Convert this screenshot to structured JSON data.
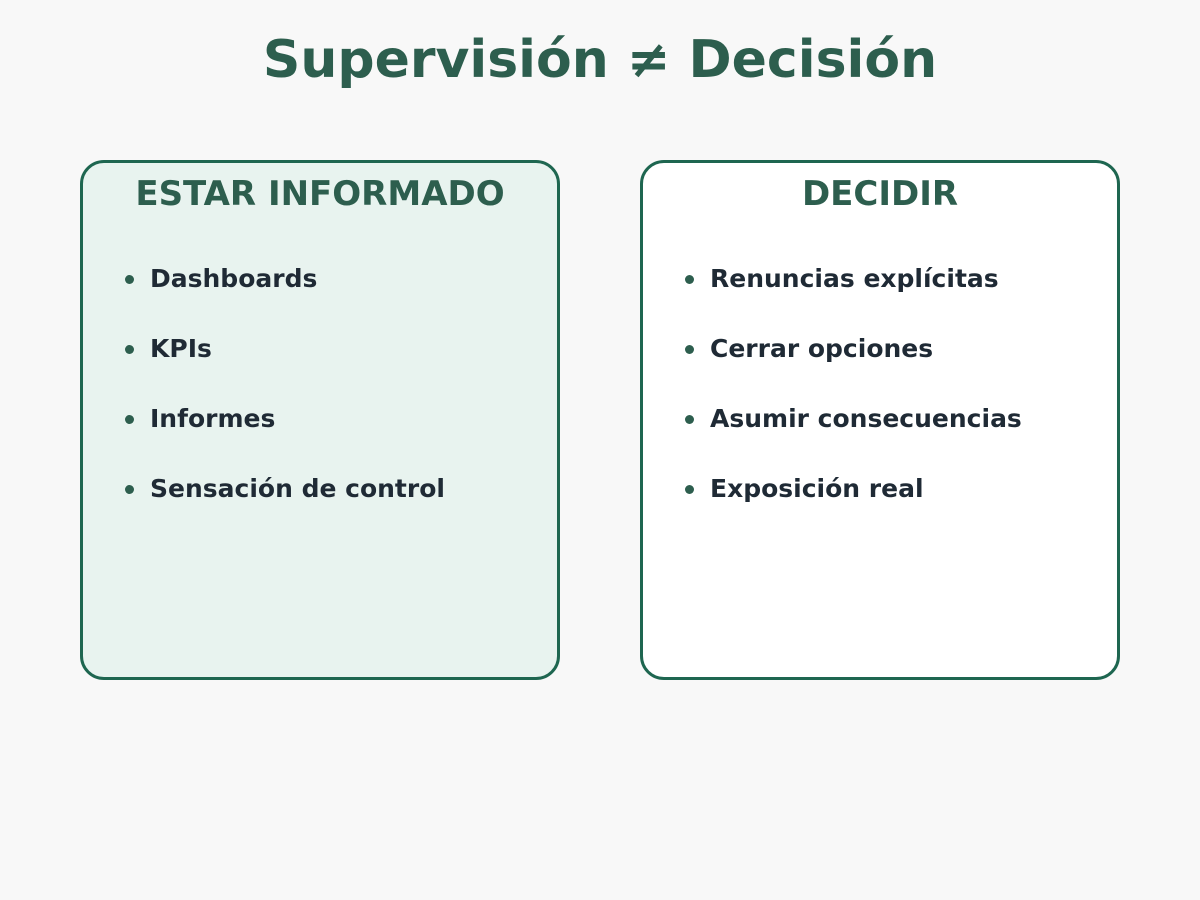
{
  "title": "Supervisión ≠ Decisión",
  "colors": {
    "background": "#f8f8f8",
    "title": "#2d5e4e",
    "panel_border": "#1e6650",
    "left_panel_fill": "#e8f3ef",
    "right_panel_fill": "#ffffff",
    "item_text": "#1f2a35",
    "bullet": "#2d5e4e"
  },
  "panels": [
    {
      "heading": "ESTAR INFORMADO",
      "items": [
        "Dashboards",
        "KPIs",
        "Informes",
        "Sensación de control"
      ]
    },
    {
      "heading": "DECIDIR",
      "items": [
        "Renuncias explícitas",
        "Cerrar opciones",
        "Asumir consecuencias",
        "Exposición real"
      ]
    }
  ]
}
